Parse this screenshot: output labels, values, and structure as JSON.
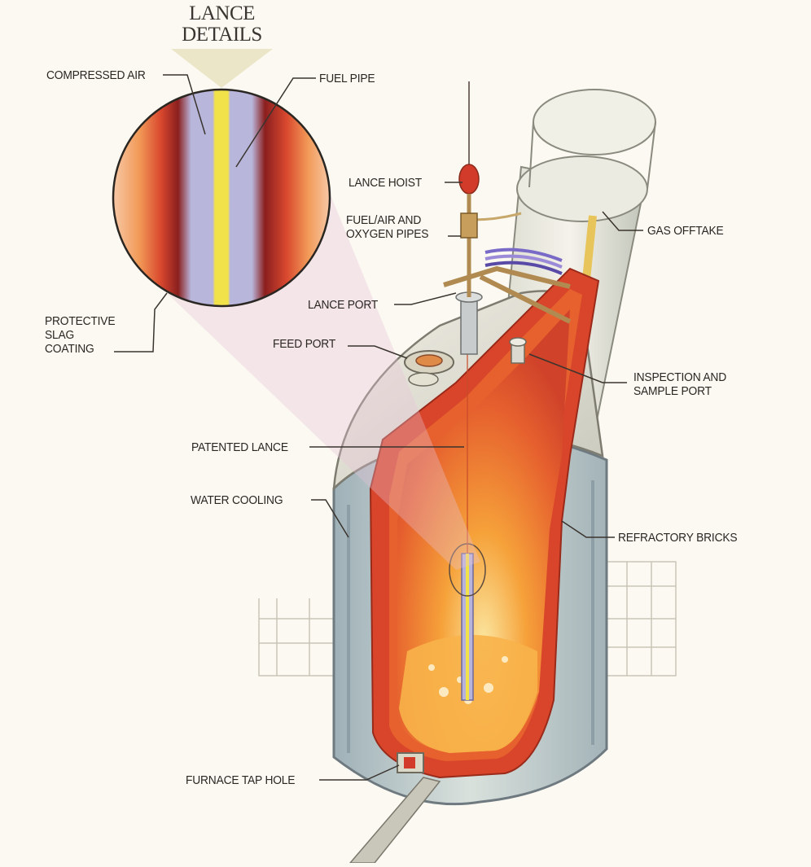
{
  "title": {
    "line1": "LANCE",
    "line2": "DETAILS"
  },
  "labels": {
    "compressed_air": "COMPRESSED AIR",
    "fuel_pipe": "FUEL PIPE",
    "lance_hoist": "LANCE HOIST",
    "fuel_air_line1": "FUEL/AIR AND",
    "fuel_air_line2": "OXYGEN PIPES",
    "gas_offtake": "GAS OFFTAKE",
    "lance_port": "LANCE PORT",
    "protective_line1": "PROTECTIVE",
    "protective_line2": "SLAG",
    "protective_line3": "COATING",
    "feed_port": "FEED PORT",
    "inspection_line1": "INSPECTION AND",
    "inspection_line2": "SAMPLE PORT",
    "patented_lance": "PATENTED LANCE",
    "water_cooling": "WATER COOLING",
    "refractory_bricks": "REFRACTORY BRICKS",
    "furnace_tap_hole": "FURNACE TAP HOLE"
  },
  "colors": {
    "background": "#fbf9f2",
    "hot_core": "#f6a23a",
    "refractory": "#d8452a",
    "shell": "#c9d2cc",
    "water_jacket": "#a8b6c0",
    "leader": "#4a443e"
  }
}
